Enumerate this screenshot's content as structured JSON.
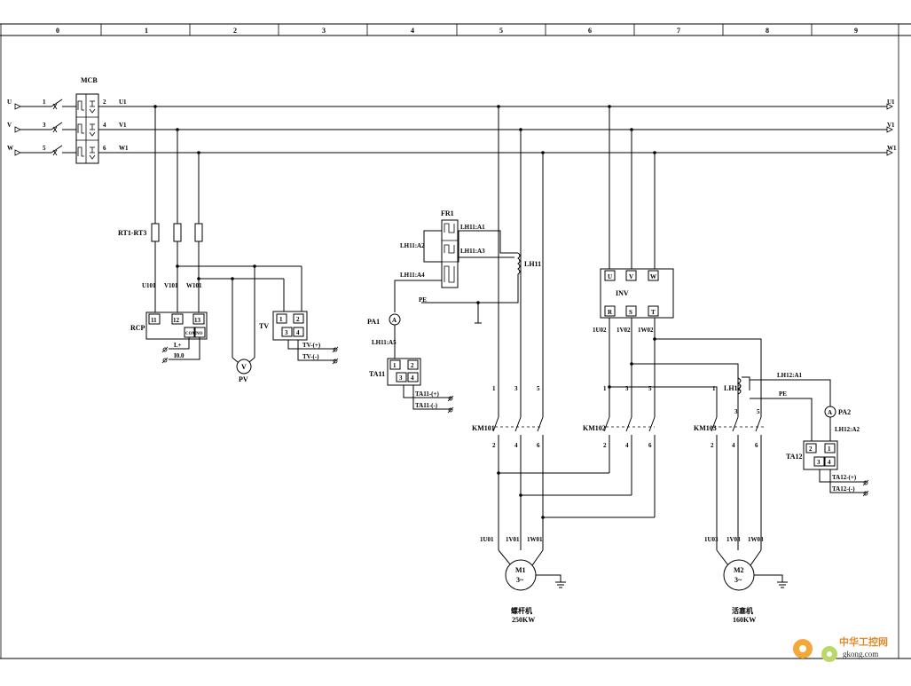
{
  "ruler": [
    "0",
    "1",
    "2",
    "3",
    "4",
    "5",
    "6",
    "7",
    "8",
    "9"
  ],
  "phases": {
    "in": [
      "U",
      "V",
      "W"
    ],
    "nums_left": [
      "1",
      "3",
      "5"
    ],
    "nums_right": [
      "2",
      "4",
      "6"
    ],
    "out_left": [
      "U1",
      "V1",
      "W1"
    ],
    "out_right": [
      "U1",
      "V1",
      "W1"
    ]
  },
  "mcb": "MCB",
  "rt": "RT1-RT3",
  "rcp": {
    "label": "RCP",
    "wires": [
      "U101",
      "V101",
      "W101"
    ],
    "terms": [
      "11",
      "12",
      "13"
    ],
    "small": [
      "COM",
      "NO"
    ],
    "out": [
      "L+",
      "I0.0"
    ]
  },
  "pv": "PV",
  "pv_sym": "V",
  "tv": {
    "label": "TV",
    "terms": [
      "1",
      "2",
      "3",
      "4"
    ],
    "out": [
      "TV-(+)",
      "TV-(-)"
    ]
  },
  "fr1": {
    "label": "FR1",
    "tags": [
      "LH11:A1",
      "LH11:A2",
      "LH11:A3",
      "LH11:A4"
    ]
  },
  "lh11": "LH11",
  "pe": "PE",
  "pa1": {
    "label": "PA1",
    "sym": "A",
    "tag": "LH11:A5"
  },
  "ta11": {
    "label": "TA11",
    "terms": [
      "1",
      "2",
      "3",
      "4"
    ],
    "out": [
      "TA11-(+)",
      "TA11-(-)"
    ]
  },
  "inv": {
    "label": "INV",
    "in": [
      "U",
      "V",
      "W"
    ],
    "out": [
      "R",
      "S",
      "T"
    ],
    "wires": [
      "1U02",
      "1V02",
      "1W02"
    ]
  },
  "km": [
    "KM101",
    "KM102",
    "KM103"
  ],
  "km_pins_top": [
    "1",
    "3",
    "5"
  ],
  "km_pins_bot": [
    "2",
    "4",
    "6"
  ],
  "lh12": {
    "label": "LH12",
    "tag1": "LH12:A1",
    "tag2": "LH12:A2"
  },
  "pa2": {
    "label": "PA2",
    "sym": "A"
  },
  "ta12": {
    "label": "TA12",
    "terms": [
      "2",
      "1",
      "3",
      "4"
    ],
    "out": [
      "TA12-(+)",
      "TA12-(-)"
    ]
  },
  "m1": {
    "label": "M1",
    "phase": "3~",
    "wires": [
      "1U01",
      "1V01",
      "1W01"
    ],
    "name": "螺杆机",
    "power": "250KW"
  },
  "m2": {
    "label": "M2",
    "phase": "3~",
    "wires": [
      "1U03",
      "1V03",
      "1W03"
    ],
    "name": "活塞机",
    "power": "160KW"
  },
  "watermark": {
    "cn": "中华工控网",
    "url": "gkong.com"
  }
}
